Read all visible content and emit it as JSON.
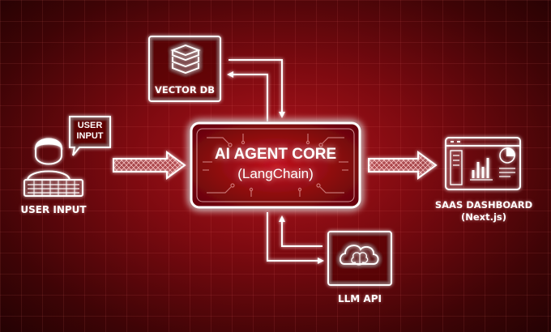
{
  "nodes": {
    "vector_db": {
      "label": "VECTOR DB",
      "icon": "database-icon"
    },
    "core": {
      "title": "AI AGENT CORE",
      "subtitle": "(LangChain)",
      "icon": "circuit-board-icon"
    },
    "user_input": {
      "label": "USER INPUT",
      "bubble": [
        "USER",
        "INPUT"
      ],
      "icon": "user-at-laptop-icon"
    },
    "dashboard": {
      "label_line1": "SAAS DASHBOARD",
      "label_line2": "(Next.js)",
      "icon": "dashboard-icon"
    },
    "llm_api": {
      "label": "LLM API",
      "icon": "brain-cloud-icon"
    }
  },
  "edges": [
    {
      "from": "user_input",
      "to": "core",
      "direction": "one-way"
    },
    {
      "from": "core",
      "to": "dashboard",
      "direction": "one-way"
    },
    {
      "from": "core",
      "to": "vector_db",
      "direction": "two-way"
    },
    {
      "from": "core",
      "to": "llm_api",
      "direction": "two-way"
    }
  ],
  "colors": {
    "background": "#7d0a10",
    "line": "#ffffff",
    "glow": "#ff6b6b"
  }
}
